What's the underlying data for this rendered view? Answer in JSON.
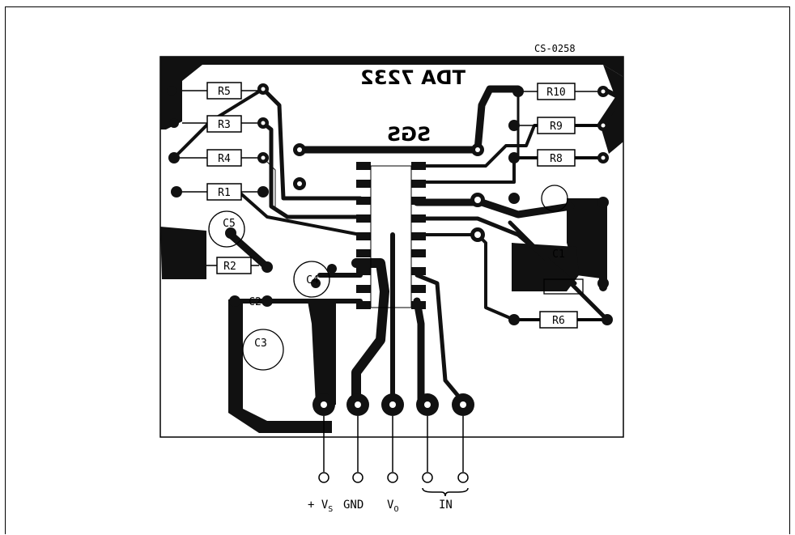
{
  "drawing_code": "CS-0258",
  "board_text": {
    "chip": "TDA 7232",
    "maker": "SGS"
  },
  "components": {
    "r5": "R5",
    "r3": "R3",
    "r4": "R4",
    "r1": "R1",
    "r2": "R2",
    "r10": "R10",
    "r9": "R9",
    "r8": "R8",
    "r6": "R6",
    "c5": "C5",
    "c1": "C1",
    "c2": "C2",
    "c3": "C3",
    "c4": "C4"
  },
  "terminals": {
    "vs_main": "+ V",
    "vs_sub": "S",
    "gnd": "GND",
    "vo_main": "V",
    "vo_sub": "O",
    "in": "IN"
  }
}
